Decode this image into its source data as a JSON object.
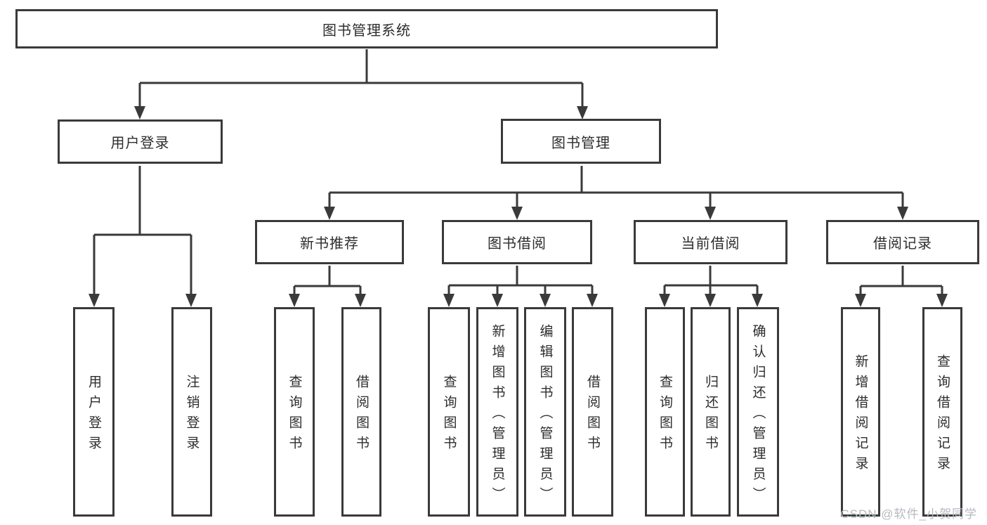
{
  "colors": {
    "line": "#3a3a3a",
    "box_border": "#3a3a3a",
    "box_fill": "#ffffff",
    "text": "#2d2d2d",
    "watermark": "#b5b9bf"
  },
  "watermark": "CSDN @软件_小贺同学",
  "tree": {
    "root": {
      "label": "图书管理系统",
      "children": [
        {
          "label": "用户登录",
          "children": [
            {
              "label": "用户登录"
            },
            {
              "label": "注销登录"
            }
          ]
        },
        {
          "label": "图书管理",
          "children": [
            {
              "label": "新书推荐",
              "children": [
                {
                  "label": "查询图书"
                },
                {
                  "label": "借阅图书"
                }
              ]
            },
            {
              "label": "图书借阅",
              "children": [
                {
                  "label": "查询图书"
                },
                {
                  "label": "新增图书（管理员）"
                },
                {
                  "label": "编辑图书（管理员）"
                },
                {
                  "label": "借阅图书"
                }
              ]
            },
            {
              "label": "当前借阅",
              "children": [
                {
                  "label": "查询图书"
                },
                {
                  "label": "归还图书"
                },
                {
                  "label": "确认归还（管理员）"
                }
              ]
            },
            {
              "label": "借阅记录",
              "children": [
                {
                  "label": "新增借阅记录"
                },
                {
                  "label": "查询借阅记录"
                }
              ]
            }
          ]
        }
      ]
    }
  }
}
